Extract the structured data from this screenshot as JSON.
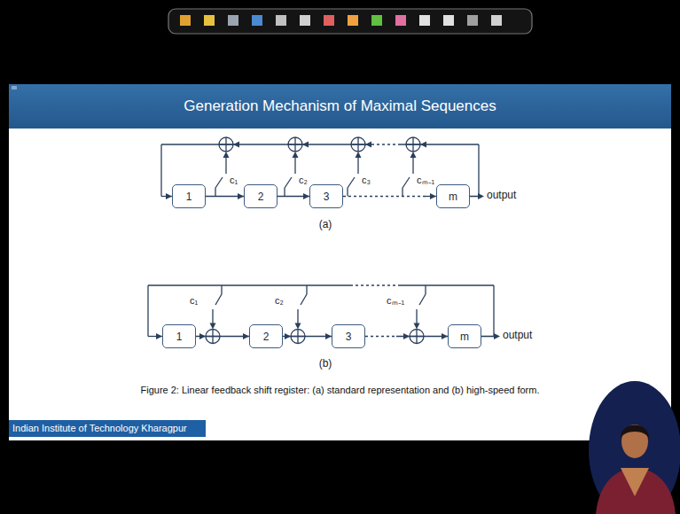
{
  "diagram": {
    "title": "Generation Mechanism of Maximal Sequences",
    "caption": "Figure 2: Linear feedback shift register: (a) standard representation and (b) high-speed form.",
    "nodes": [
      {
        "text": [
          "1"
        ]
      },
      {
        "text": [
          "2"
        ]
      },
      {
        "text": [
          "3"
        ]
      },
      {
        "text": [
          "m"
        ]
      },
      {
        "text": [
          "1"
        ]
      },
      {
        "text": [
          "2"
        ]
      },
      {
        "text": [
          "3"
        ]
      },
      {
        "text": [
          "m"
        ]
      }
    ],
    "edges": [
      {
        "from": 0,
        "to": 1,
        "arrow": "to"
      },
      {
        "from": 1,
        "to": 2,
        "arrow": "to"
      },
      {
        "from": 2,
        "to": 3,
        "arrow": "to"
      },
      {
        "from": 3,
        "to": 0,
        "arrow": "to"
      },
      {
        "from": 4,
        "to": 5,
        "arrow": "to"
      },
      {
        "from": 5,
        "to": 6,
        "arrow": "to"
      },
      {
        "from": 6,
        "to": 7,
        "arrow": "to"
      },
      {
        "from": 7,
        "to": 4,
        "arrow": "to"
      }
    ],
    "labels": [
      "c₁",
      "c₂",
      "c₃",
      "cₘ₋₁",
      "output",
      "(a)",
      "c₁",
      "c₂",
      "cₘ₋₁",
      "output",
      "(b)",
      "Indian Institute of Technology Kharagpur"
    ]
  }
}
